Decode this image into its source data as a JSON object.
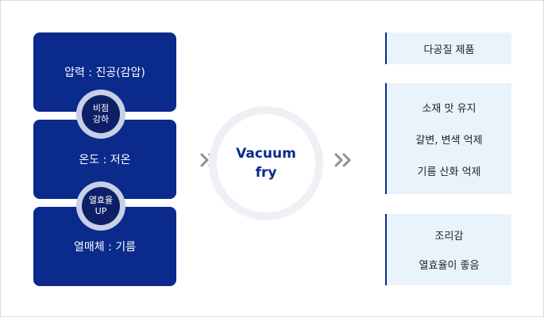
{
  "conditions": [
    {
      "label": "압력 : 진공(감압)"
    },
    {
      "label": "온도 : 저온"
    },
    {
      "label": "열매체 : 기름"
    }
  ],
  "badges": [
    {
      "line1": "비점",
      "line2": "강하"
    },
    {
      "line1": "열효율",
      "line2": "UP"
    }
  ],
  "center": {
    "line1": "Vacuum",
    "line2": "fry"
  },
  "results": [
    {
      "items": [
        "다공질 제품"
      ]
    },
    {
      "items": [
        "소재 맛 유지",
        "갈변, 변색 억제",
        "기름 산화 억제"
      ]
    },
    {
      "items": [
        "조리감",
        "열효율이 좋음"
      ]
    }
  ],
  "colors": {
    "primary": "#0a2a8c",
    "badge_dark": "#0d1f66",
    "result_bg": "#e8f3fc",
    "arrow": "#8a8f99"
  }
}
